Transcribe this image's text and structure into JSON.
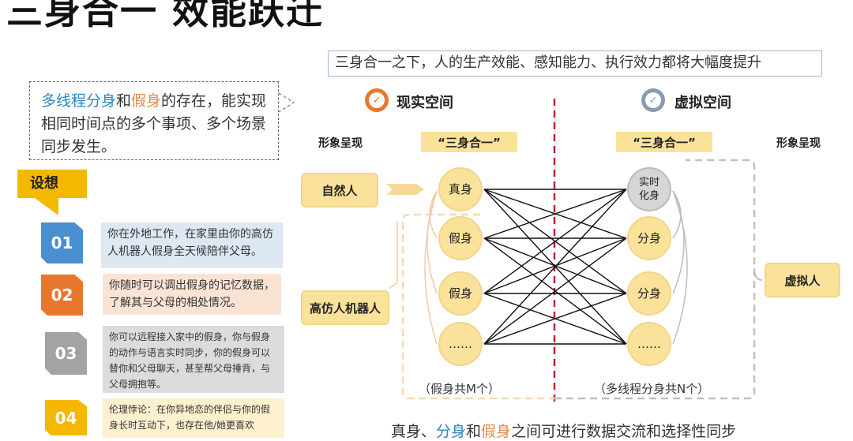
{
  "title": "三身合一 效能跃迁",
  "callout": {
    "part1": "多线程分身",
    "part2": "和",
    "part3": "假身",
    "part4": "的存在，能实现相同时间点的多个事项、多个场景同步发生。"
  },
  "banner": "三身合一之下，人的生产效能、感知能力、执行效力都将大幅度提升",
  "real_space": {
    "title": "现实空间",
    "color": "#e8772e"
  },
  "virtual_space": {
    "title": "虚拟空间",
    "color": "#8a9bb0"
  },
  "image_label_left": "形象呈现",
  "image_label_right": "形象呈现",
  "trinity_left": "“三身合一”",
  "trinity_right": "“三身合一”",
  "left_entities": [
    "自然人",
    "高仿人机器人"
  ],
  "right_entity": "虚拟人",
  "left_nodes": [
    "真身",
    "假身",
    "假身",
    "……"
  ],
  "right_nodes": [
    "实时化身",
    "分身",
    "分身",
    "……"
  ],
  "left_count": "（假身共M个）",
  "right_count": "（多线程分身共N个）",
  "bottom": {
    "p1": "真身、",
    "p2": "分身",
    "p3": "和",
    "p4": "假身",
    "p5": "之间可进行数据交流和选择性同步"
  },
  "scenario": {
    "tag": "设想",
    "items": [
      {
        "num": "01",
        "text": "你在外地工作，在家里由你的高仿人机器人假身全天候陪伴父母。",
        "color": "#4a8fd0",
        "bg": "#dde8f3"
      },
      {
        "num": "02",
        "text": "你随时可以调出假身的记忆数据，了解其与父母的相处情况。",
        "color": "#e8772e",
        "bg": "#fbe3d4"
      },
      {
        "num": "03",
        "text": "你可以远程接入家中的假身，你与假身的动作与语言实时同步，你的假身可以替你和父母聊天，甚至帮父母捶背，与父母拥抱等。",
        "color": "#a3a3a3",
        "bg": "#dcdcdc"
      },
      {
        "num": "04",
        "text": "伦理悖论：在你异地恋的伴侣与你的假身长时互动下，也存在他/她更喜欢",
        "color": "#f5b800",
        "bg": "#fdf0cf"
      }
    ]
  }
}
